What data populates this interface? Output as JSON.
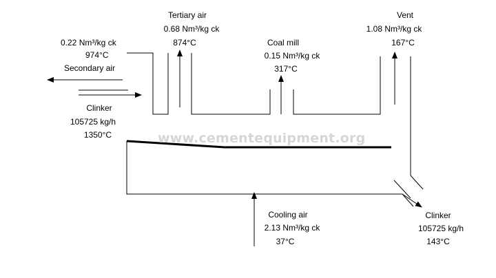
{
  "secondary_air": {
    "flow": "0.22 Nm³/kg ck",
    "temp": "974°C",
    "label": "Secondary air"
  },
  "tertiary_air": {
    "label": "Tertiary air",
    "flow": "0.68 Nm³/kg ck",
    "temp": "874°C"
  },
  "coal_mill": {
    "label": "Coal mill",
    "flow": "0.15 Nm³/kg ck",
    "temp": "317°C"
  },
  "vent": {
    "label": "Vent",
    "flow": "1.08 Nm³/kg ck",
    "temp": "167°C"
  },
  "clinker_in": {
    "label": "Clinker",
    "flow": "105725 kg/h",
    "temp": "1350°C"
  },
  "cooling_air": {
    "label": "Cooling air",
    "flow": "2.13 Nm³/kg ck",
    "temp": "37°C"
  },
  "clinker_out": {
    "label": "Clinker",
    "flow": "105725 kg/h",
    "temp": "143°C"
  },
  "watermark": "www.cementequipment.org",
  "colors": {
    "line": "#000000",
    "watermark": "#d6d6d6"
  }
}
